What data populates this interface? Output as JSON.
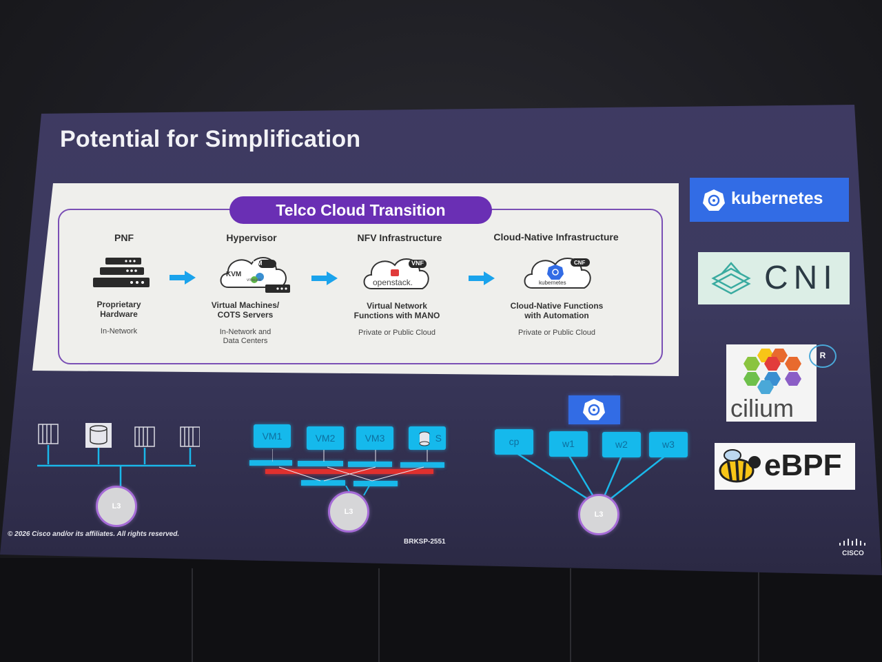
{
  "slide": {
    "title": "Potential for Simplification",
    "banner": "Telco Cloud Transition",
    "stages": [
      {
        "heading": "PNF",
        "desc_line1": "Proprietary",
        "desc_line2": "Hardware",
        "loc_line1": "In-Network",
        "loc_line2": ""
      },
      {
        "heading": "Hypervisor",
        "desc_line1": "Virtual Machines/",
        "desc_line2": "COTS Servers",
        "loc_line1": "In-Network and",
        "loc_line2": "Data Centers",
        "badge": "VM",
        "logo1": "KVM",
        "logo2": "vmware"
      },
      {
        "heading": "NFV Infrastructure",
        "desc_line1": "Virtual Network",
        "desc_line2": "Functions with MANO",
        "loc_line1": "Private or Public Cloud",
        "loc_line2": "",
        "badge": "VNF",
        "logo1": "openstack."
      },
      {
        "heading": "Cloud-Native Infrastructure",
        "desc_line1": "Cloud-Native Functions",
        "desc_line2": "with Automation",
        "loc_line1": "Private or Public Cloud",
        "loc_line2": "",
        "badge": "CNF",
        "logo1": "kubernetes"
      }
    ],
    "side_logos": {
      "kubernetes": "kubernetes",
      "cni": "CNI",
      "cilium": "cilium",
      "ebpf": "eBPF",
      "cilium_badge": "R"
    },
    "diagrams": {
      "left_node": "L3",
      "middle_node": "L3",
      "right_node": "L3",
      "vms": [
        "VM1",
        "VM2",
        "VM3",
        "S"
      ],
      "k8s_nodes": [
        "cp",
        "w1",
        "w2",
        "w3"
      ]
    },
    "footer": {
      "copyright": "© 2026 Cisco and/or its affiliates. All rights reserved.",
      "session": "BRKSP-2551",
      "brand": "CISCO"
    },
    "colors": {
      "banner": "#6a2fb4",
      "frame": "#7a4fb5",
      "arrow": "#1aa3ec",
      "cyan": "#15b9ec",
      "k8s_blue": "#326ce5"
    }
  }
}
